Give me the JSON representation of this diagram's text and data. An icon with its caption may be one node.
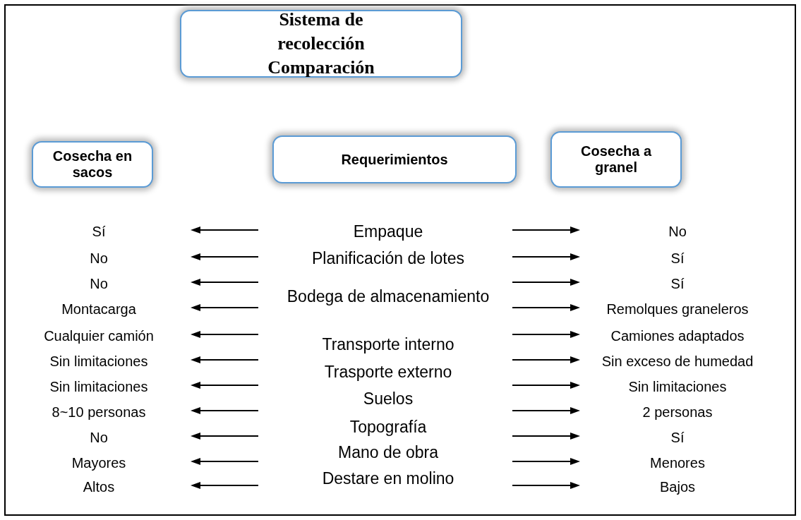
{
  "diagram": {
    "nodes": [
      {
        "text": [
          "Sistema de recolección Comparación"
        ]
      },
      {
        "text": [
          "Cosecha en sacos"
        ]
      },
      {
        "text": [
          "Requerimientos"
        ]
      },
      {
        "text": [
          "Cosecha a granel"
        ]
      }
    ],
    "labels": [
      "Sí",
      "Empaque",
      "No",
      "No",
      "Planificación de lotes",
      "Sí",
      "No",
      "Bodega de almacenamiento",
      "Sí",
      "Montacarga",
      "Remolques graneleros",
      "Cualquier camión",
      "Transporte interno",
      "Camiones adaptados",
      "Sin limitaciones",
      "Trasporte externo",
      "Sin exceso de humedad",
      "Sin limitaciones",
      "Suelos",
      "Sin limitaciones",
      "8~10 personas",
      "2 personas",
      "No",
      "Topografía",
      "Sí",
      "Mayores",
      "Mano de obra",
      "Menores",
      "Altos",
      "Destare en molino",
      "Bajos"
    ]
  }
}
